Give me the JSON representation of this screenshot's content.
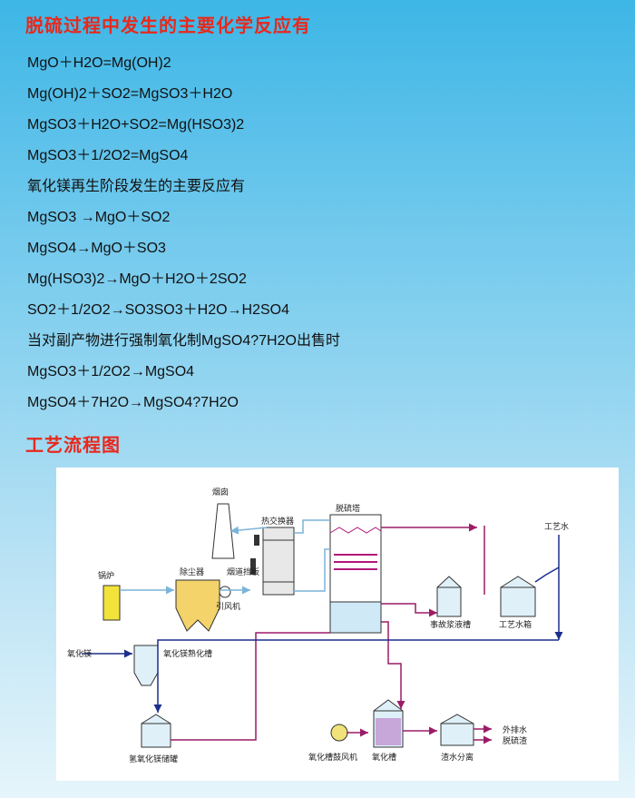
{
  "header": {
    "title": "脱硫过程中发生的主要化学反应有"
  },
  "reactions": [
    "MgO＋H2O=Mg(OH)2",
    "Mg(OH)2＋SO2=MgSO3＋H2O",
    "MgSO3＋H2O+SO2=Mg(HSO3)2",
    "MgSO3＋1/2O2=MgSO4",
    "氧化镁再生阶段发生的主要反应有",
    "MgSO3 →MgO＋SO2",
    "MgSO4→MgO＋SO3",
    "Mg(HSO3)2→MgO＋H2O＋2SO2",
    "SO2＋1/2O2→SO3SO3＋H2O→H2SO4",
    "当对副产物进行强制氧化制MgSO4?7H2O出售时",
    "MgSO3＋1/2O2→MgSO4",
    "MgSO4＋7H2O→MgSO4?7H2O"
  ],
  "section2": {
    "title": "工艺流程图"
  },
  "diagram": {
    "labels": {
      "chimney": "烟囱",
      "heat_exchanger": "热交换器",
      "desulfurization_tower": "脱硫塔",
      "process_water": "工艺水",
      "boiler": "锅炉",
      "dust_collector": "除尘器",
      "flue_baffle": "烟道挡板",
      "induced_fan": "引风机",
      "emergency_tank": "事故浆液槽",
      "process_water_tank": "工艺水箱",
      "magnesium_oxide": "氧化镁",
      "mgo_slaking_tank": "氧化镁熟化槽",
      "mgoh_storage_tank": "氢氧化镁储罐",
      "oxidation_blower": "氧化槽鼓风机",
      "oxidation_tank": "氧化槽",
      "slag_water_separation": "渣水分离",
      "discharge_water": "外排水",
      "desulfurization_slag": "脱硫渣"
    },
    "colors": {
      "gas_line": "#7bb4d9",
      "slurry_line": "#9b1c66",
      "pipe_blue": "#1b2f8c",
      "spray": "#b0187a"
    }
  }
}
